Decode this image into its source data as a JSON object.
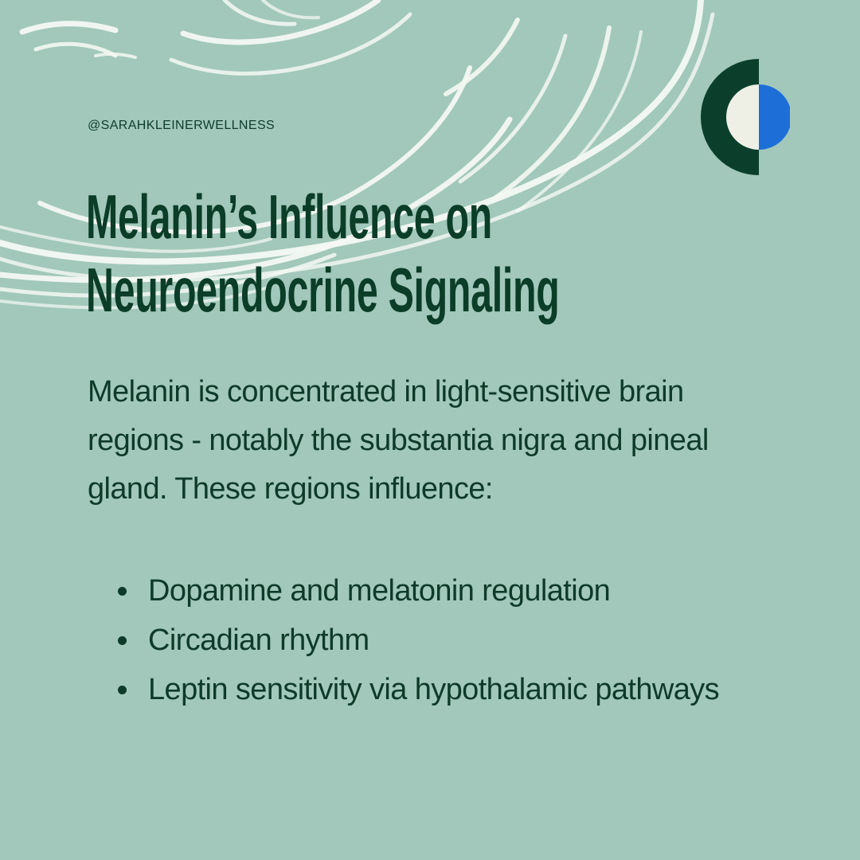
{
  "post": {
    "handle": "@SARAHKLEINERWELLNESS",
    "title_line_1": "Melanin’s Influence on",
    "title_line_2": "Neuroendocrine Signaling",
    "paragraph": "Melanin is concentrated in light-sensitive brain regions - notably the substantia nigra and pineal gland. These regions influence:",
    "bullets": [
      "Dopamine and melatonin regulation",
      "Circadian rhythm",
      "Leptin sensitivity via hypothalamic pathways"
    ]
  },
  "icons": {
    "logo": "half-circle-logo-icon",
    "bullet": "bullet-dot-icon",
    "decoration": "white-swirl-decoration"
  },
  "colors": {
    "background": "#a1c8bb",
    "text_dark_green": "#0b3d28",
    "logo_dark_green": "#0b3f2b",
    "logo_cream": "#eef0e6",
    "logo_blue": "#1e6ed8",
    "swirl_white": "#f5f8f4"
  }
}
